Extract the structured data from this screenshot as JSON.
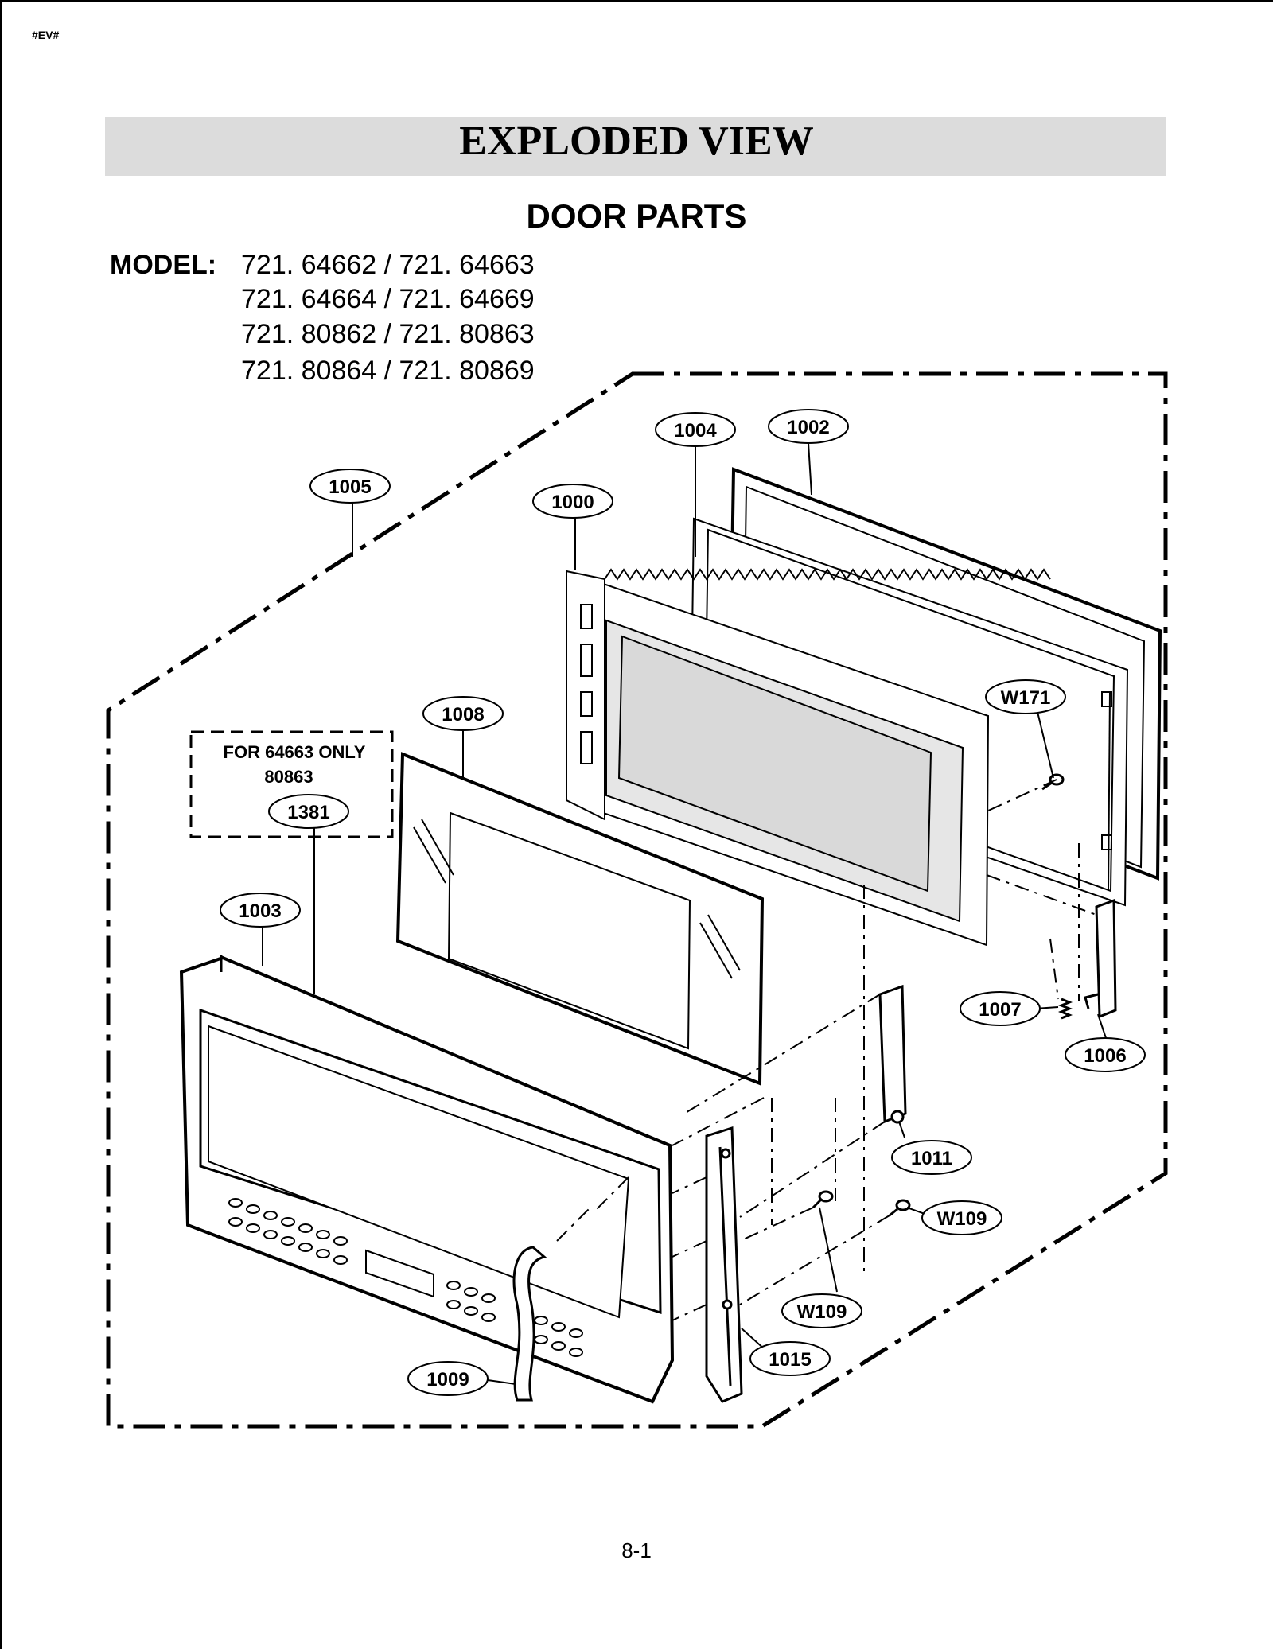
{
  "header": {
    "tag": "#EV#",
    "title": "EXPLODED VIEW",
    "subtitle": "DOOR PARTS"
  },
  "model": {
    "label": "MODEL:",
    "lines": [
      "721. 64662 / 721. 64663",
      "721. 64664 / 721. 64669",
      "721. 80862 / 721. 80863",
      "721. 80864 / 721. 80869"
    ]
  },
  "note": {
    "line1": "FOR 64663 ONLY",
    "line2": "80863"
  },
  "callouts": {
    "c1004": "1004",
    "c1002": "1002",
    "c1005": "1005",
    "c1000": "1000",
    "c1008": "1008",
    "cW171": "W171",
    "c1381": "1381",
    "c1003": "1003",
    "c1007": "1007",
    "c1006": "1006",
    "c1011": "1011",
    "cW109a": "W109",
    "cW109b": "W109",
    "c1015": "1015",
    "c1009": "1009"
  },
  "footer": {
    "page": "8-1"
  }
}
